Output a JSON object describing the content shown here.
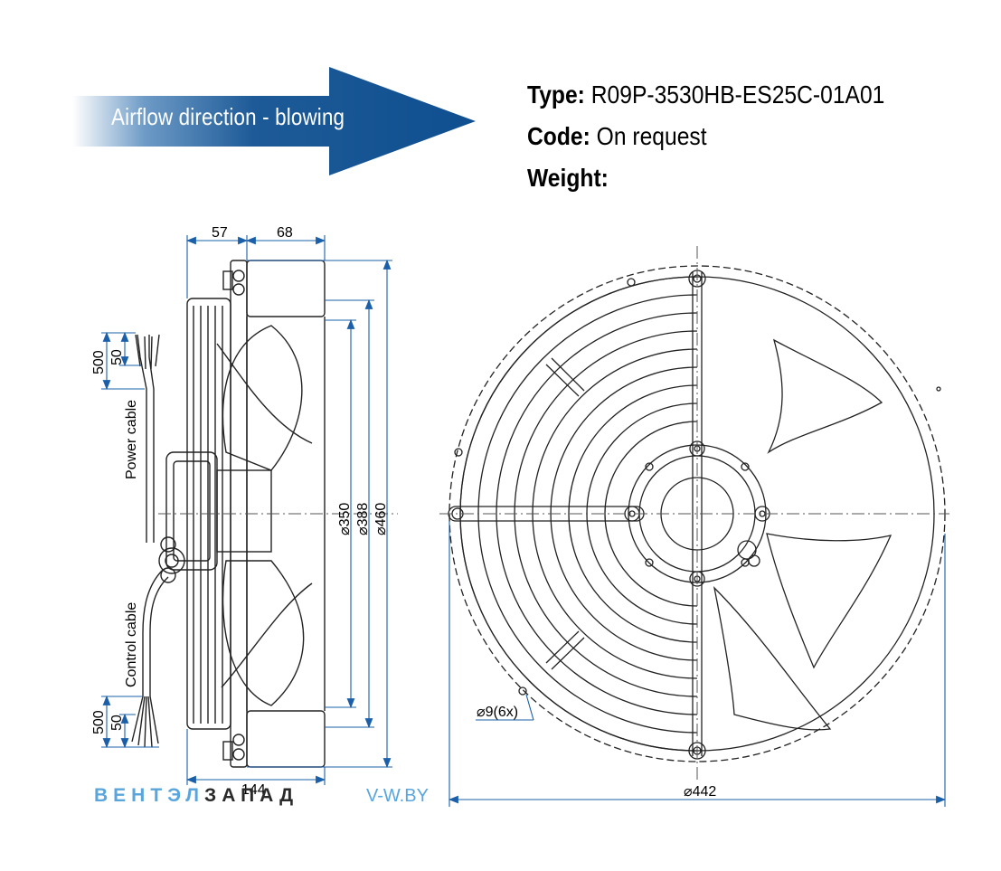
{
  "airflow": {
    "label": "Airflow direction - blowing"
  },
  "specs": {
    "type_key": "Type:",
    "type_value": "R09P-3530HB-ES25C-01A01",
    "code_key": "Code:",
    "code_value": "On request",
    "weight_key": "Weight:",
    "weight_value": ""
  },
  "dimensions": {
    "d57": "57",
    "d68": "68",
    "d350": "⌀350",
    "d388": "⌀388",
    "d460": "⌀460",
    "d144": "144",
    "d442": "⌀442",
    "holes": "⌀9(6x)",
    "power_500": "500",
    "power_50": "50",
    "control_500": "500",
    "control_50": "50"
  },
  "labels": {
    "power_cable": "Power cable",
    "control_cable": "Control cable"
  },
  "brand": {
    "part1": "ВЕНТЭЛ",
    "part2": "ЗАПАД",
    "site": "V-W.BY"
  },
  "colors": {
    "arrow_dark": "#0f4f90",
    "dimension_line": "#1a5fa8",
    "brand_blue": "#5aa6dc",
    "outline": "#222222"
  }
}
